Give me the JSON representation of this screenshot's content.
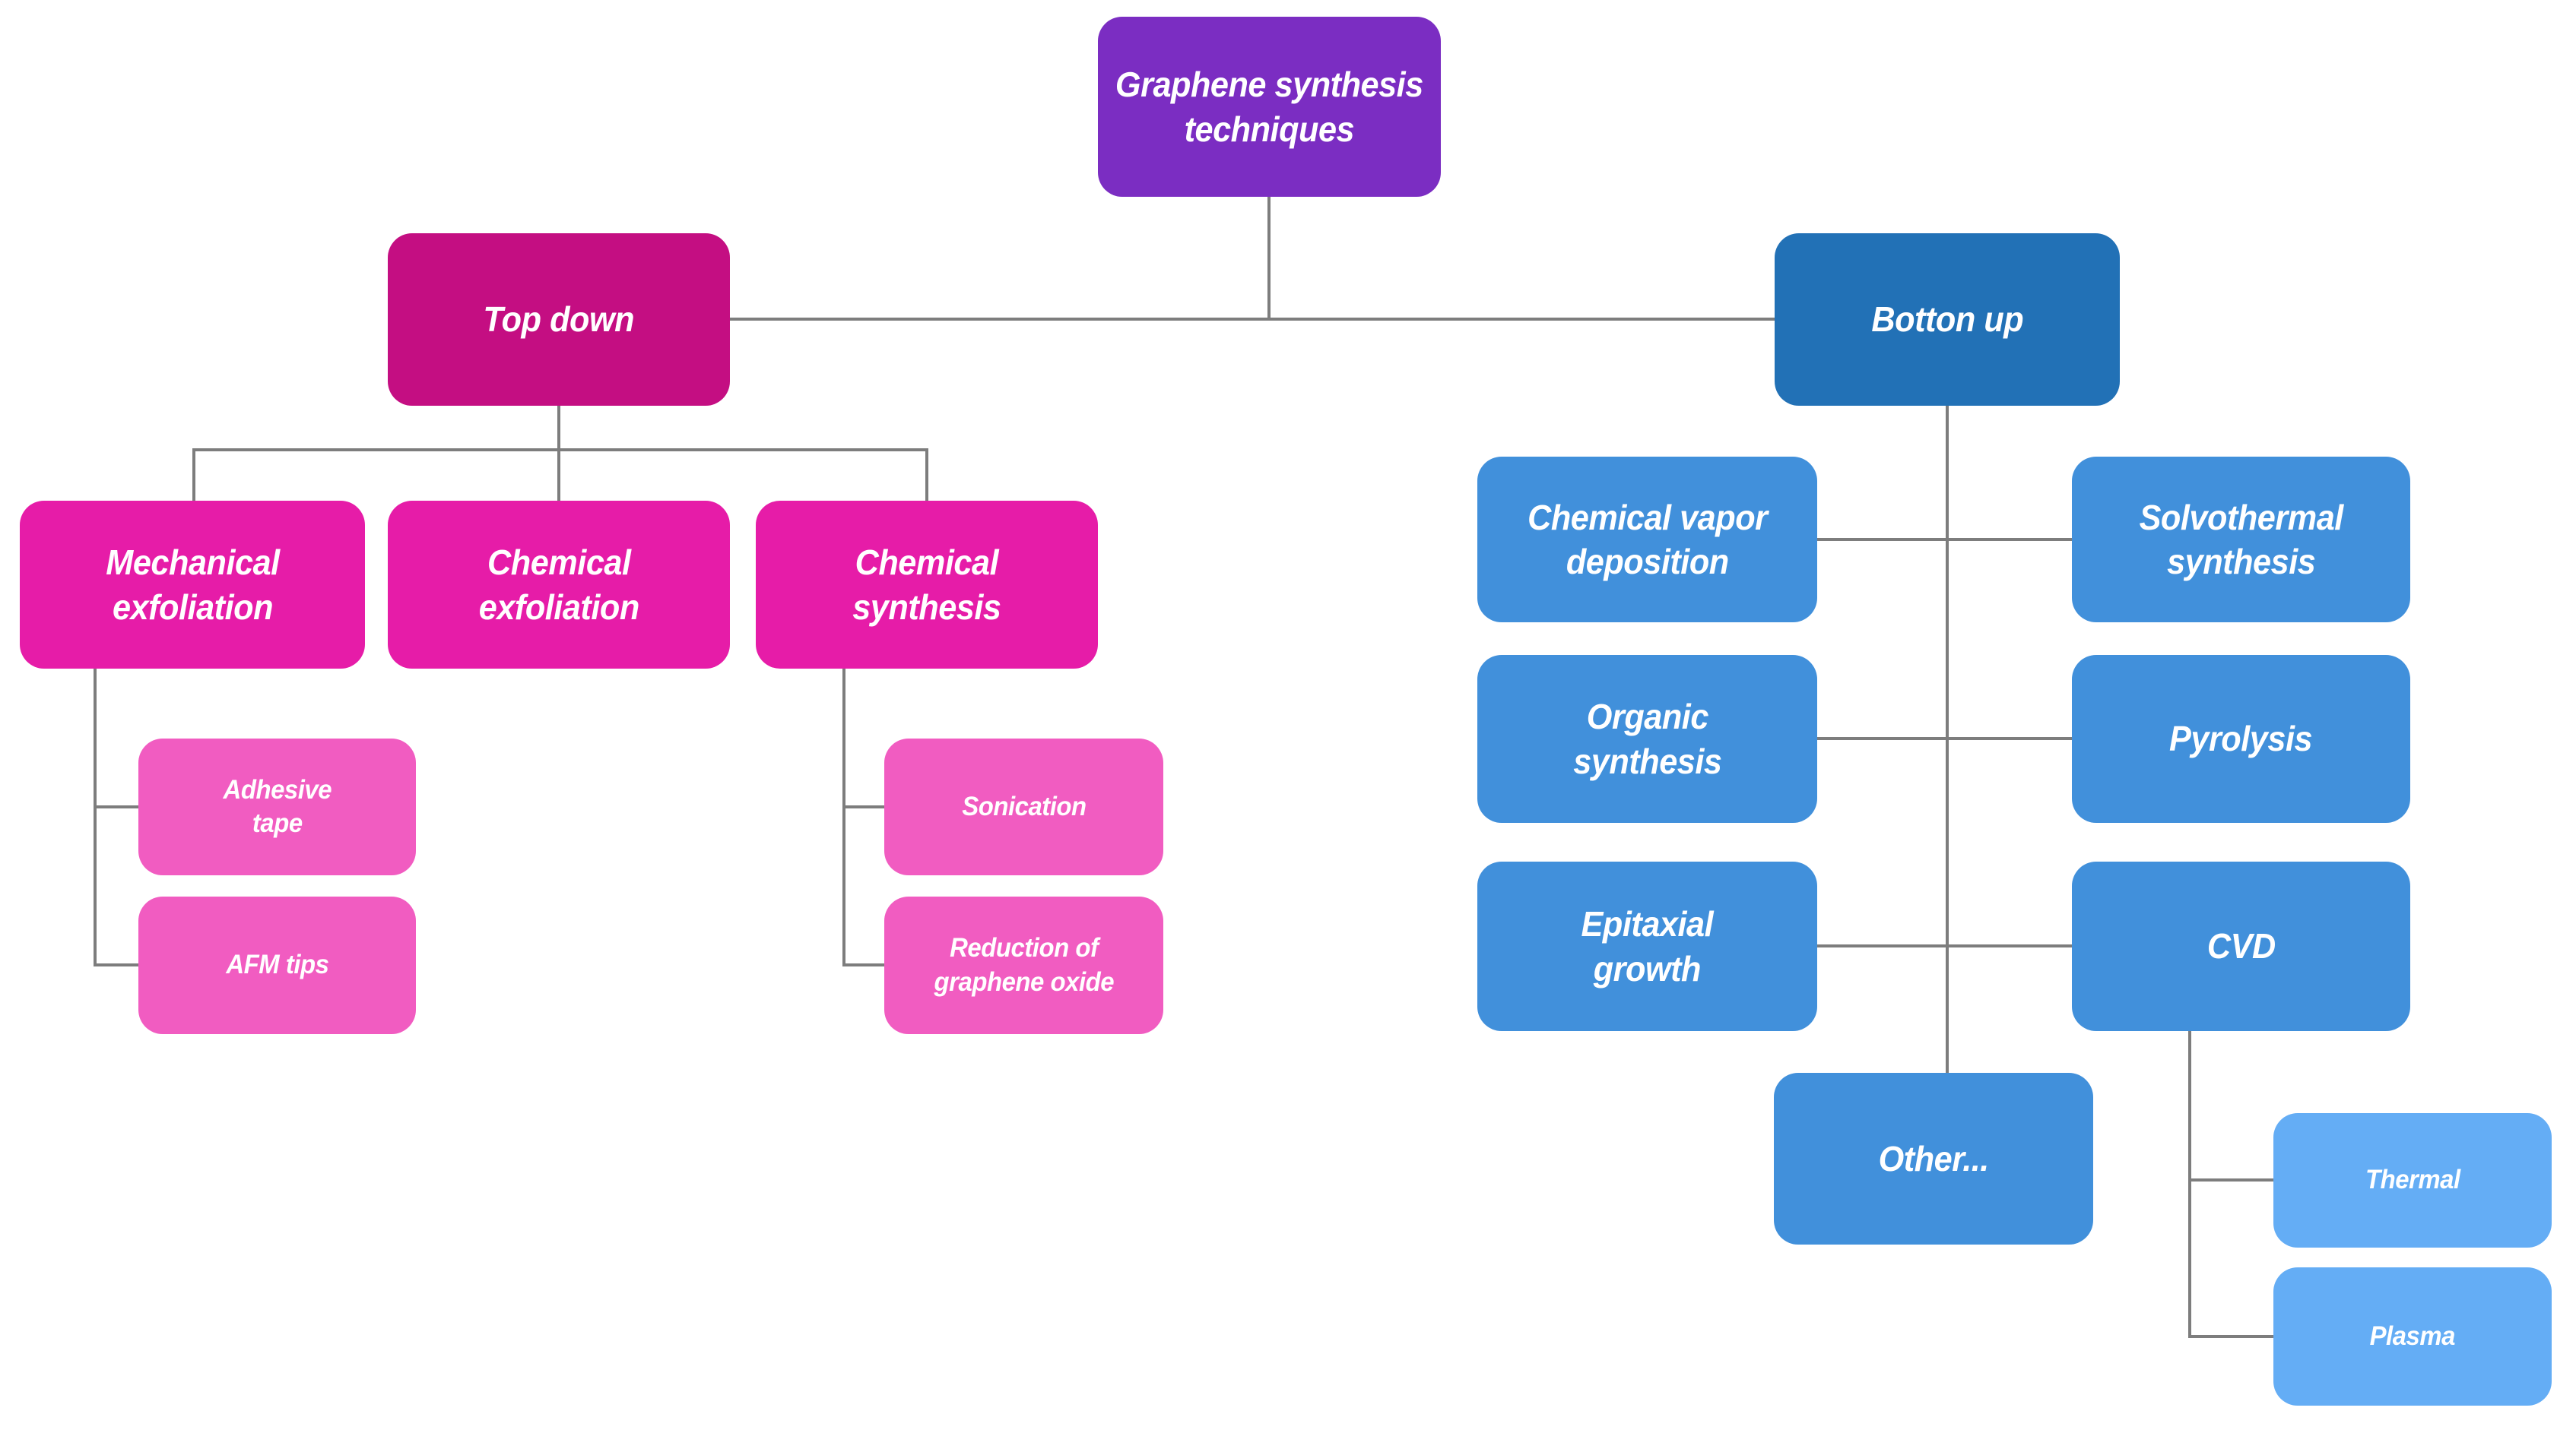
{
  "diagram": {
    "colors": {
      "root": "#7b2dc2",
      "top_down_branch": "#c40e82",
      "top_down_level2": "#e61ca8",
      "top_down_leaf": "#f15cc1",
      "bottom_up_branch": "#2271b6",
      "bottom_up_level2": "#4190db",
      "bottom_up_leaf": "#64adf5",
      "connector": "#7d7d7d",
      "text": "#ffffff"
    },
    "hierarchy": {
      "root": "Graphene synthesis techniques",
      "children": [
        {
          "label": "Top down",
          "children": [
            {
              "label": "Mechanical exfoliation",
              "children": [
                {
                  "label": "Adhesive tape"
                },
                {
                  "label": "AFM tips"
                }
              ]
            },
            {
              "label": "Chemical exfoliation"
            },
            {
              "label": "Chemical synthesis",
              "children": [
                {
                  "label": "Sonication"
                },
                {
                  "label": "Reduction of graphene oxide"
                }
              ]
            }
          ]
        },
        {
          "label": "Botton up",
          "children": [
            {
              "label": "Chemical vapor deposition"
            },
            {
              "label": "Solvothermal synthesis"
            },
            {
              "label": "Organic synthesis"
            },
            {
              "label": "Pyrolysis"
            },
            {
              "label": "Epitaxial growth"
            },
            {
              "label": "CVD",
              "children": [
                {
                  "label": "Thermal"
                },
                {
                  "label": "Plasma"
                }
              ]
            },
            {
              "label": "Other..."
            }
          ]
        }
      ]
    }
  },
  "nodes": {
    "title": {
      "label": "Graphene synthesis\ntechniques"
    },
    "top_down": {
      "label": "Top down"
    },
    "botton_up": {
      "label": "Botton up"
    },
    "mechanical_exfoliation": {
      "label": "Mechanical\nexfoliation"
    },
    "chemical_exfoliation": {
      "label": "Chemical\nexfoliation"
    },
    "chemical_synthesis": {
      "label": "Chemical\nsynthesis"
    },
    "adhesive_tape": {
      "label": "Adhesive\ntape"
    },
    "afm_tips": {
      "label": "AFM tips"
    },
    "sonication": {
      "label": "Sonication"
    },
    "reduction_graphene_oxide": {
      "label": "Reduction of\ngraphene oxide"
    },
    "chemical_vapor_deposition": {
      "label": "Chemical vapor\ndeposition"
    },
    "solvothermal_synthesis": {
      "label": "Solvothermal\nsynthesis"
    },
    "organic_synthesis": {
      "label": "Organic\nsynthesis"
    },
    "pyrolysis": {
      "label": "Pyrolysis"
    },
    "epitaxial_growth": {
      "label": "Epitaxial\ngrowth"
    },
    "cvd": {
      "label": "CVD"
    },
    "other": {
      "label": "Other..."
    },
    "thermal": {
      "label": "Thermal"
    },
    "plasma": {
      "label": "Plasma"
    }
  }
}
